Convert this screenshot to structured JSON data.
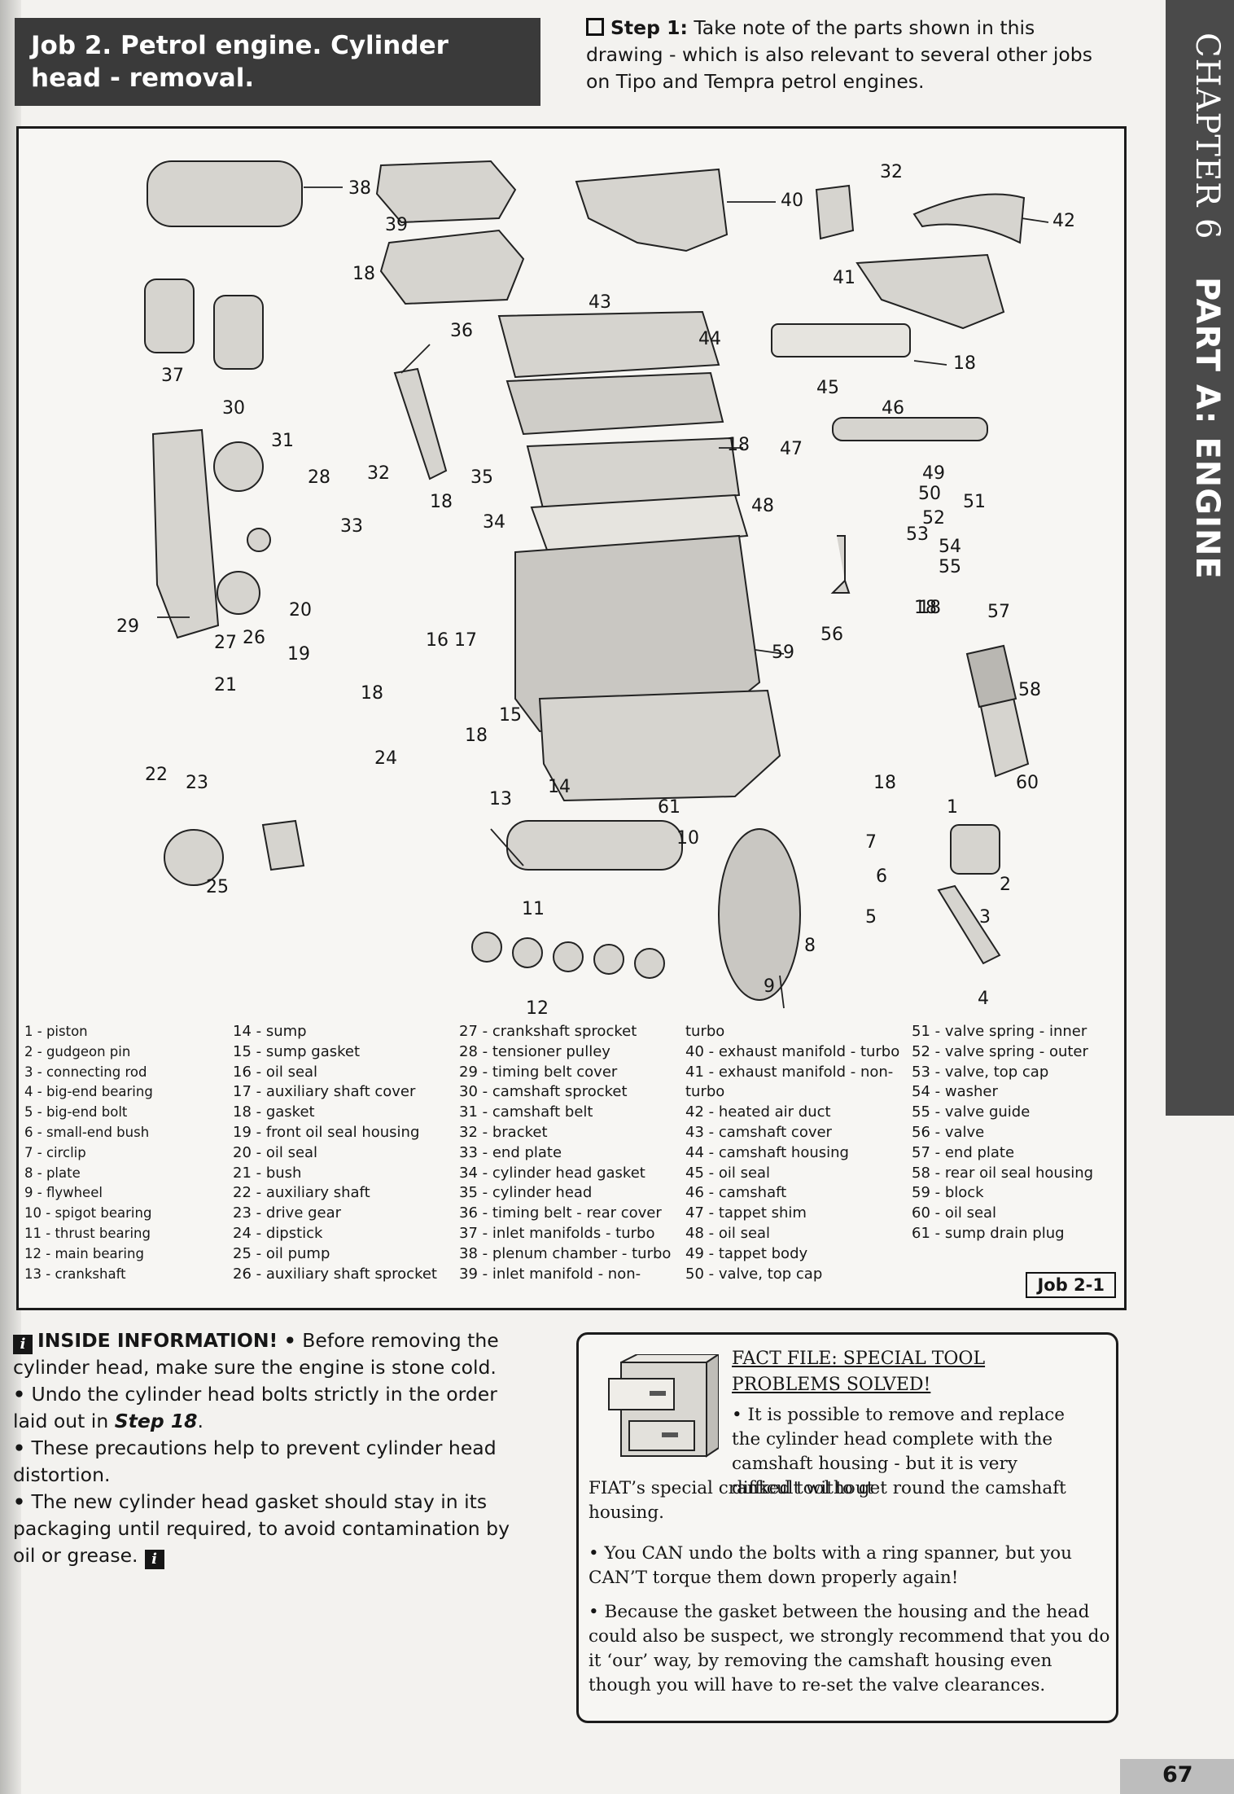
{
  "job": {
    "title_line1": "Job 2. Petrol engine. Cylinder",
    "title_line2": "head - removal."
  },
  "step1": {
    "label": "Step 1:",
    "text": "Take note of the parts shown in this drawing - which is also relevant to several other jobs on Tipo and Tempra petrol engines."
  },
  "sidebar": {
    "chapter": "CHAPTER 6",
    "part": "PART A: ENGINE"
  },
  "figure": {
    "callouts": [
      "38",
      "39",
      "18",
      "37",
      "40",
      "32",
      "42",
      "41",
      "18",
      "43",
      "36",
      "44",
      "45",
      "18",
      "46",
      "30",
      "31",
      "28",
      "32",
      "35",
      "18",
      "47",
      "49",
      "50",
      "51",
      "48",
      "52",
      "53",
      "54",
      "55",
      "18",
      "33",
      "34",
      "20",
      "29",
      "27",
      "26",
      "19",
      "16",
      "17",
      "59",
      "56",
      "18",
      "57",
      "21",
      "18",
      "15",
      "58",
      "18",
      "22",
      "23",
      "24",
      "14",
      "18",
      "60",
      "13",
      "61",
      "1",
      "10",
      "7",
      "6",
      "2",
      "25",
      "11",
      "5",
      "3",
      "8",
      "9",
      "12",
      "4"
    ],
    "job_ref": "Job 2-1"
  },
  "legend": {
    "col1": [
      "1 - piston",
      "2 - gudgeon pin",
      "3 - connecting rod",
      "4 - big-end bearing",
      "5 - big-end bolt",
      "6 - small-end bush",
      "7 - circlip",
      "8 - plate",
      "9 - flywheel",
      "10 - spigot bearing",
      "11 - thrust bearing",
      "12 - main bearing",
      "13 - crankshaft"
    ],
    "col2": [
      "14 - sump",
      "15 - sump gasket",
      "16 - oil seal",
      "17 - auxiliary shaft cover",
      "18 - gasket",
      "19 - front oil seal housing",
      "20 - oil seal",
      "21 - bush",
      "22 - auxiliary shaft",
      "23 - drive gear",
      "24 - dipstick",
      "25 - oil pump",
      "26 - auxiliary shaft sprocket"
    ],
    "col3": [
      "27 - crankshaft sprocket",
      "28 - tensioner pulley",
      "29 - timing belt cover",
      "30 - camshaft sprocket",
      "31 - camshaft belt",
      "32 - bracket",
      "33 - end plate",
      "34 - cylinder head gasket",
      "35 - cylinder head",
      "36 - timing belt - rear cover",
      "37 - inlet manifolds - turbo",
      "38 - plenum chamber - turbo",
      "39 - inlet manifold - non-"
    ],
    "col4": [
      "turbo",
      "40 - exhaust manifold - turbo",
      "41 - exhaust manifold - non-",
      "turbo",
      "42 - heated air duct",
      "43 - camshaft cover",
      "44 - camshaft housing",
      "45 - oil seal",
      "46 - camshaft",
      "47 - tappet shim",
      "48 - oil seal",
      "49 - tappet body",
      "50 - valve, top cap"
    ],
    "col5": [
      "51 - valve spring - inner",
      "52 - valve spring - outer",
      "53 - valve, top cap",
      "54 - washer",
      "55 - valve guide",
      "56 - valve",
      "57 - end plate",
      "58 - rear oil seal housing",
      "59 - block",
      "60 - oil seal",
      "61 - sump drain plug"
    ]
  },
  "inside_info": {
    "icon": "i",
    "heading": "INSIDE INFORMATION!",
    "bullet": "•",
    "p1": "Before removing the cylinder head, make sure the engine is stone cold.",
    "p2_pre": "Undo the cylinder head bolts strictly in the order laid out in",
    "p2_ref": "Step 18",
    "p2_post": ".",
    "p3": "These precautions help to prevent cylinder head distortion.",
    "p4": "The new cylinder head gasket should stay in its packaging until required, to avoid contamination by oil or grease."
  },
  "fact_file": {
    "title": "FACT FILE: SPECIAL TOOL PROBLEMS SOLVED!",
    "bullet": "•",
    "p1_a": "It is possible to remove and replace the cylinder head complete with the camshaft housing - but it is very difficult without",
    "p1_b": "FIAT’s special cranked tool to get round the camshaft housing.",
    "p2": "You CAN undo the bolts with a ring spanner, but you CAN’T torque them down properly again!",
    "p3": "Because the gasket between the housing and the head could also be suspect, we strongly recommend that you do it ‘our’ way, by removing the camshaft housing even though you will have to re-set the valve clearances."
  },
  "page_number": "67"
}
